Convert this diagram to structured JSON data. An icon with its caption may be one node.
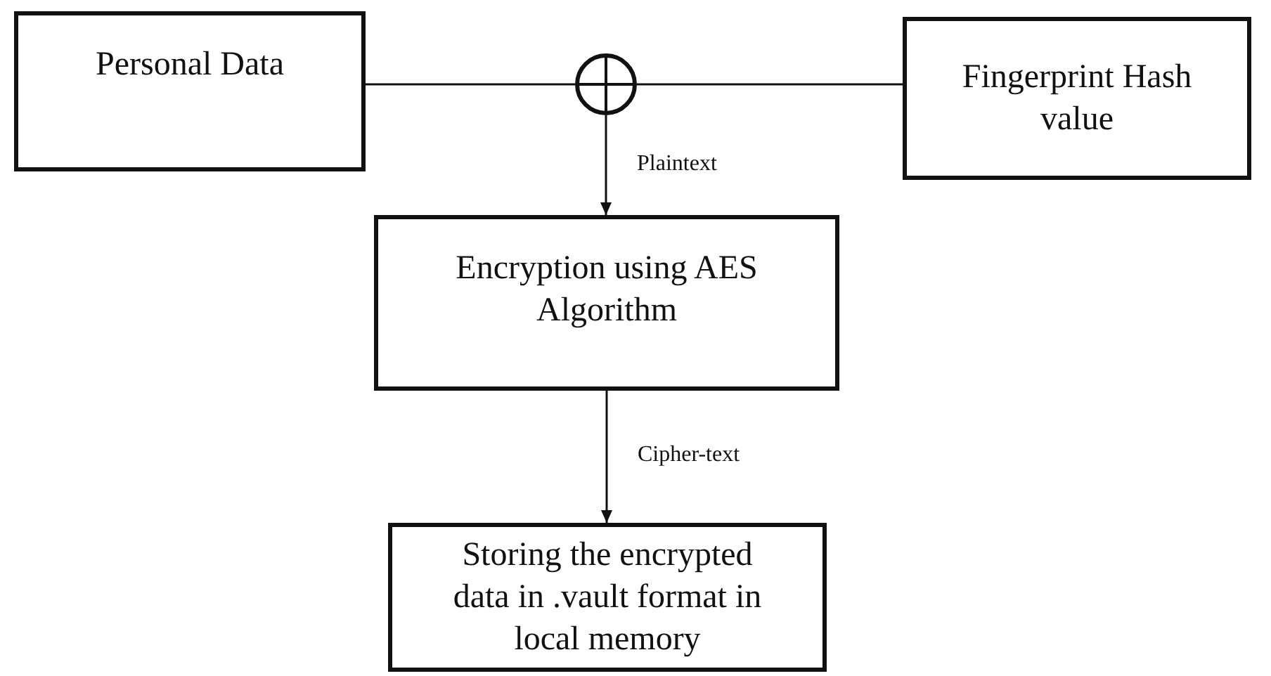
{
  "diagram": {
    "nodes": [
      {
        "text": [
          "Personal Data"
        ]
      },
      {
        "text": [],
        "shape": "circle"
      },
      {
        "text": [
          "Fingerprint Hash value"
        ]
      },
      {
        "text": [
          "Encryption using AES Algorithm"
        ]
      },
      {
        "text": [
          "Storing the encrypted data in .vault format in local memory"
        ]
      }
    ],
    "edges": [
      {
        "from": 0,
        "to": 1,
        "arrow": "none"
      },
      {
        "from": 2,
        "to": 1,
        "arrow": "none"
      },
      {
        "from": 1,
        "to": 3,
        "arrow": "to",
        "label": "Plaintext"
      },
      {
        "from": 3,
        "to": 4,
        "arrow": "to",
        "label": "Cipher-text"
      }
    ]
  }
}
